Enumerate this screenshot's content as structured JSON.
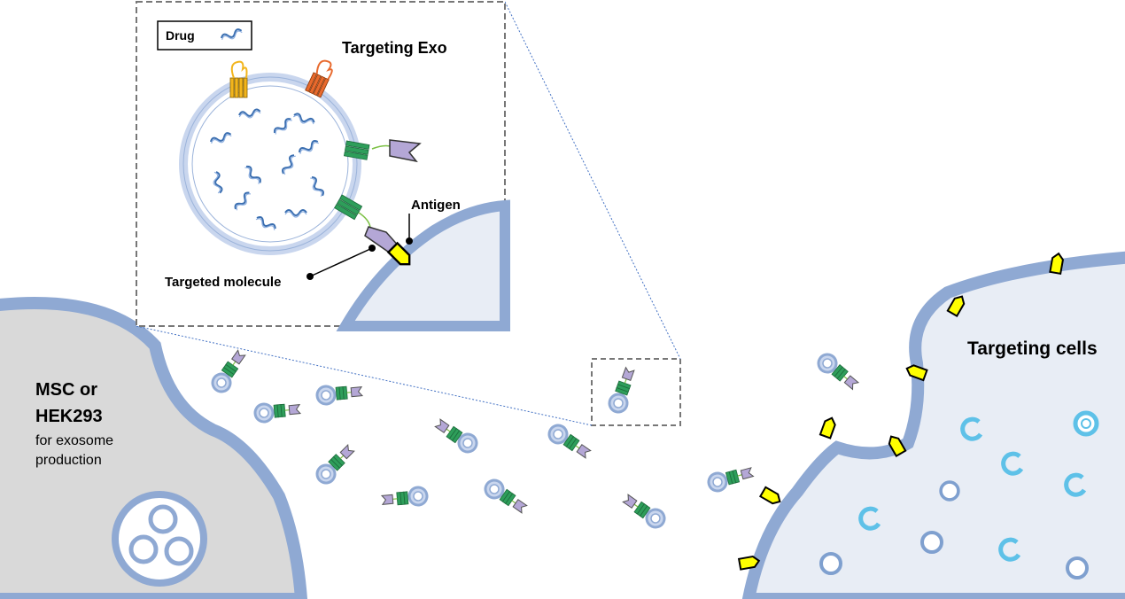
{
  "inset": {
    "title": "Targeting Exo",
    "legend_label": "Drug",
    "antigen_label": "Antigen",
    "targeted_molecule_label": "Targeted molecule"
  },
  "source_cell": {
    "line1": "MSC or",
    "line2": "HEK293",
    "line3": "for exosome",
    "line4": "production"
  },
  "target_cell": {
    "label": "Targeting cells"
  },
  "colors": {
    "cell_grey": "#d9d9d9",
    "membrane_blue": "#8fa9d3",
    "membrane_edge": "#6f8cc0",
    "target_fill": "#e8edf5",
    "antigen_yellow": "#ffff00",
    "ligand_purple": "#b4a7d6",
    "receptor_green": "#2e9e5a",
    "drug_blue": "#3a6eb0",
    "vesicle_blue": "#5ec1e8"
  },
  "icons": [
    "drug-rna-icon",
    "exosome-icon",
    "antigen-icon",
    "targeted-molecule-icon",
    "receptor-icon"
  ]
}
